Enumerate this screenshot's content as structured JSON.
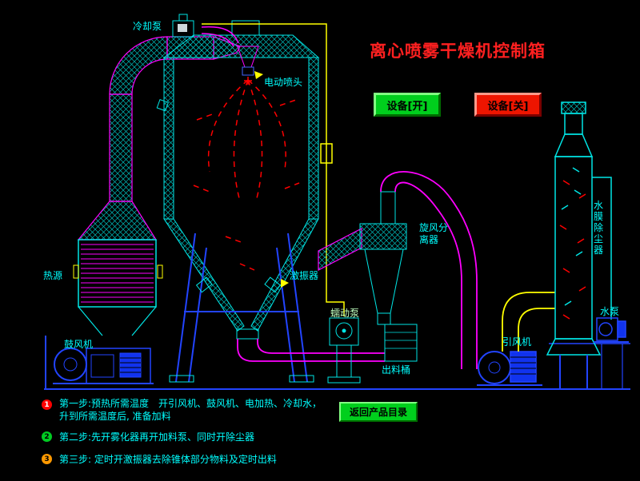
{
  "header": {
    "title": "离心喷雾干燥机控制箱"
  },
  "controls": {
    "device_on": "设备[开]",
    "device_off": "设备[关]",
    "return_button": "返回产品目录"
  },
  "equipment_labels": {
    "cooling_pump": "冷却泵",
    "electric_nozzle": "电动喷头",
    "heat_source": "热源",
    "blower": "鼓风机",
    "vibrator": "激振器",
    "cyclone_separator": "旋风分离器",
    "peristaltic_pump": "蠕动泵",
    "discharge_barrel": "出料桶",
    "induced_draft_fan": "引风机",
    "water_film_dust_collector": "水膜除尘器",
    "water_pump": "水泵"
  },
  "steps": [
    {
      "num": "1",
      "text": "第一步:预热所需温度　开引风机、鼓风机、电加热、冷却水，",
      "text2": "升到所需温度后, 准备加料"
    },
    {
      "num": "2",
      "text": "第二步:先开雾化器再开加料泵、同时开除尘器",
      "text2": ""
    },
    {
      "num": "3",
      "text": "第三步: 定时开激振器去除锥体部分物料及定时出料",
      "text2": ""
    }
  ],
  "colors": {
    "background": "#000000",
    "label_cyan": "#00ffff",
    "structure_cyan": "#00e5e5",
    "pipe_magenta": "#ff00ff",
    "line_yellow": "#ffff00",
    "frame_blue": "#2244ff",
    "spray_red": "#ff0000",
    "title_red": "#ff2020",
    "button_green": "#00cf1d",
    "button_red": "#ee1500"
  }
}
